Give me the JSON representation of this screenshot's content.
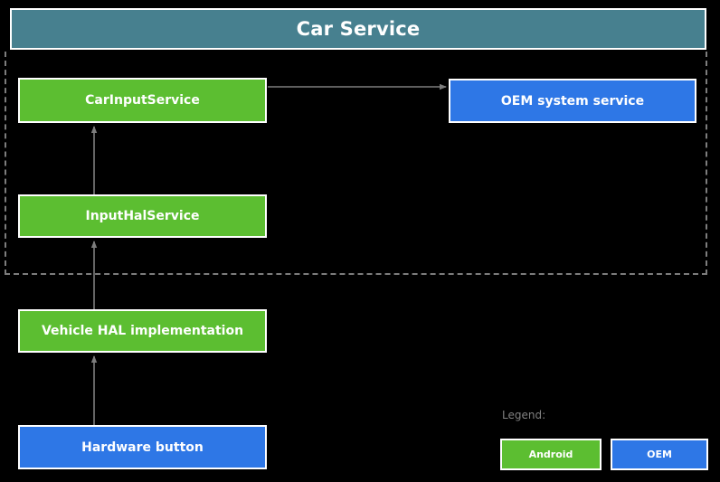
{
  "diagram": {
    "title": "Car Service",
    "header": {
      "label": "Car Service",
      "fill": "#47808F",
      "border": "#FFFFFF"
    },
    "colors": {
      "android_green": "#5CBE31",
      "oem_blue": "#2E77E6",
      "header_teal": "#47808F",
      "background": "#000000",
      "connector_gray": "#7D7D7D",
      "dashed_gray": "#7D7D7D",
      "legend_text": "#808080",
      "node_border": "#FFFFFF"
    },
    "nodes": [
      {
        "id": "car-input-service",
        "label": "CarInputService",
        "category": "Android"
      },
      {
        "id": "oem-system-service",
        "label": "OEM system service",
        "category": "OEM"
      },
      {
        "id": "input-hal-service",
        "label": "InputHalService",
        "category": "Android"
      },
      {
        "id": "vehicle-hal",
        "label": "Vehicle HAL implementation",
        "category": "Android"
      },
      {
        "id": "hardware-button",
        "label": "Hardware button",
        "category": "OEM"
      }
    ],
    "edges": [
      {
        "from": "car-input-service",
        "to": "oem-system-service",
        "direction": "right"
      },
      {
        "from": "input-hal-service",
        "to": "car-input-service",
        "direction": "up"
      },
      {
        "from": "vehicle-hal",
        "to": "input-hal-service",
        "direction": "up"
      },
      {
        "from": "hardware-button",
        "to": "vehicle-hal",
        "direction": "up"
      }
    ],
    "legend": {
      "title": "Legend:",
      "items": [
        {
          "label": "Android",
          "color": "#5CBE31"
        },
        {
          "label": "OEM",
          "color": "#2E77E6"
        }
      ]
    }
  }
}
